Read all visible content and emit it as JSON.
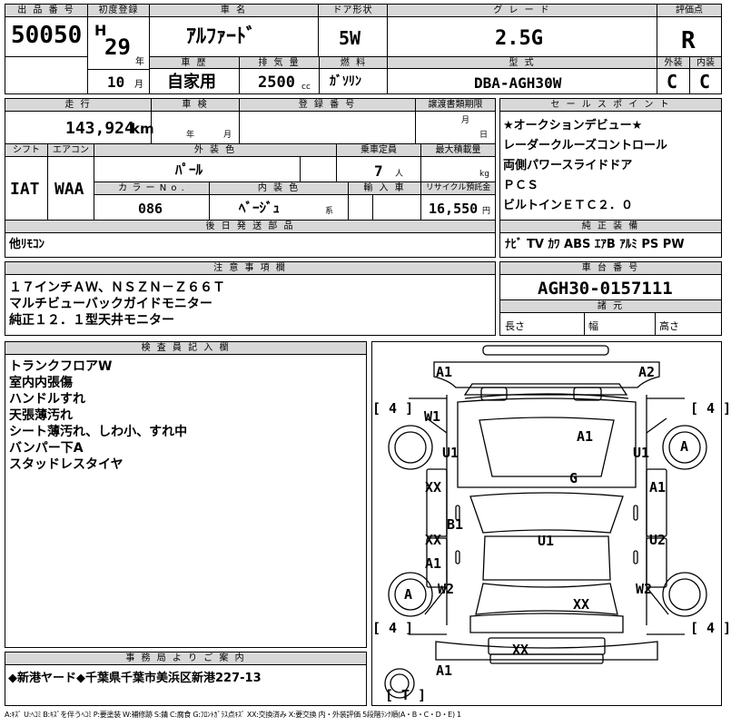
{
  "lot": {
    "label": "出 品 番 号",
    "value": "50050"
  },
  "first_reg": {
    "label": "初度登録",
    "era": "H",
    "year": "29",
    "year_unit": "年",
    "month": "10",
    "month_unit": "月"
  },
  "model_name": {
    "label": "車 名",
    "value": "ｱﾙﾌｧｰﾄﾞ"
  },
  "doors": {
    "label": "ドア形状",
    "value": "5W"
  },
  "grade": {
    "label": "グ レ ー ド",
    "value": "2.5G"
  },
  "score": {
    "label": "評価点",
    "value": "R"
  },
  "history": {
    "label": "車 歴",
    "value": "自家用"
  },
  "displacement": {
    "label": "排 気 量",
    "value": "2500",
    "unit": "cc"
  },
  "fuel": {
    "label": "燃 料",
    "value": "ｶﾞｿﾘﾝ"
  },
  "model_code": {
    "label": "型 式",
    "value": "DBA-AGH30W"
  },
  "exterior_grade": {
    "label": "外装",
    "value": "C"
  },
  "interior_grade": {
    "label": "内装",
    "value": "C"
  },
  "mileage": {
    "label": "走 行",
    "value": "143,924",
    "unit": "km"
  },
  "inspection": {
    "label": "車 検",
    "year_unit": "年",
    "month_unit": "月"
  },
  "registration": {
    "label": "登 録 番 号"
  },
  "transfer_deadline": {
    "label": "譲渡書類期限",
    "month_unit": "月",
    "day_unit": "日"
  },
  "shift": {
    "label": "シフト",
    "value": "IAT"
  },
  "aircon": {
    "label": "エアコン",
    "value": "WAA"
  },
  "ext_color": {
    "label": "外 装 色",
    "value": "ﾊﾟｰﾙ"
  },
  "capacity": {
    "label": "乗車定員",
    "value": "7",
    "unit": "人"
  },
  "max_load": {
    "label": "最大積載量",
    "unit": "kg"
  },
  "color_no": {
    "label": "カ ラ ー N o .",
    "value": "086"
  },
  "int_color": {
    "label": "内 装 色",
    "value": "ﾍﾞｰｼﾞｭ",
    "suffix": "系"
  },
  "import": {
    "label": "輸 入 車"
  },
  "recycle": {
    "label": "リサイクル預託金",
    "value": "16,550",
    "unit": "円"
  },
  "later_parts": {
    "label": "後 日 発 送 部 品",
    "value": "他ﾘﾓｺﾝ"
  },
  "sales_points": {
    "label": "セ ー ル ス ポ イ ン ト",
    "items": [
      "★オークションデビュー★",
      "レーダークルーズコントロール",
      "両側パワースライドドア",
      "ＰＣＳ",
      "ビルトインＥＴＣ２．０"
    ]
  },
  "equipment": {
    "label": "純 正 装 備",
    "value": "ﾅﾋﾞ TV ｶﾜ ABS ｴｱB ｱﾙﾐ PS PW"
  },
  "notes": {
    "label": "注 意 事 項 欄",
    "items": [
      "１７インチＡＷ、ＮＳＺＮ－Ｚ６６Ｔ",
      "マルチビューバックガイドモニター",
      "純正１２．１型天井モニター"
    ]
  },
  "chassis": {
    "label": "車 台 番 号",
    "value": "AGH30-0157111"
  },
  "dimensions": {
    "label": "諸 元",
    "length": "長さ",
    "width": "幅",
    "height": "高さ"
  },
  "inspector": {
    "label": "検 査 員 記 入 欄",
    "items": [
      "トランクフロアW",
      "室内内張傷",
      "ハンドルすれ",
      "天張薄汚れ",
      "シート薄汚れ、しわ小、すれ中",
      "バンパー下A",
      "スタッドレスタイヤ"
    ]
  },
  "office": {
    "label": "事 務 局 よ り ご 案 内",
    "value": "◆新港ヤード◆千葉県千葉市美浜区新港227-13"
  },
  "legend": "A:ｷｽﾞ U:ﾍｺﾐ B:ｷｽﾞを伴うﾍｺﾐ P:要塗装 W:補修跡 S:錆 C:腐食 G:ﾌﾛﾝﾄｶﾞﾗｽ点ｷｽﾞ XX:交換済み X:要交換 内・外装評価 5段階ﾗﾝｸ順(A・B・C・D・E) 1",
  "diagram": {
    "tread_fl": "[ 4 ]",
    "tread_fr": "[ 4 ]",
    "tread_rl": "[ 4 ]",
    "tread_rr": "[ 4 ]",
    "spare": "[ T ]",
    "marks": {
      "front_bumper_l": "A1",
      "front_bumper_r": "A2",
      "fender_fl": "W1",
      "hood": "A1",
      "fender_l": "U1",
      "fender_r": "U1",
      "tire_fr": "A",
      "windshield": "G",
      "door_fl": "XX",
      "door_fr": "A1",
      "sill_l": "B1",
      "roof": "U1",
      "door_rl": "XX",
      "door_rr": "U2",
      "rear_door_l": "A1",
      "tire_rl": "A",
      "quarter_rl": "W2",
      "quarter_rr": "W2",
      "rear_glass": "XX",
      "tailgate": "XX",
      "rear_bumper": "A1"
    }
  }
}
